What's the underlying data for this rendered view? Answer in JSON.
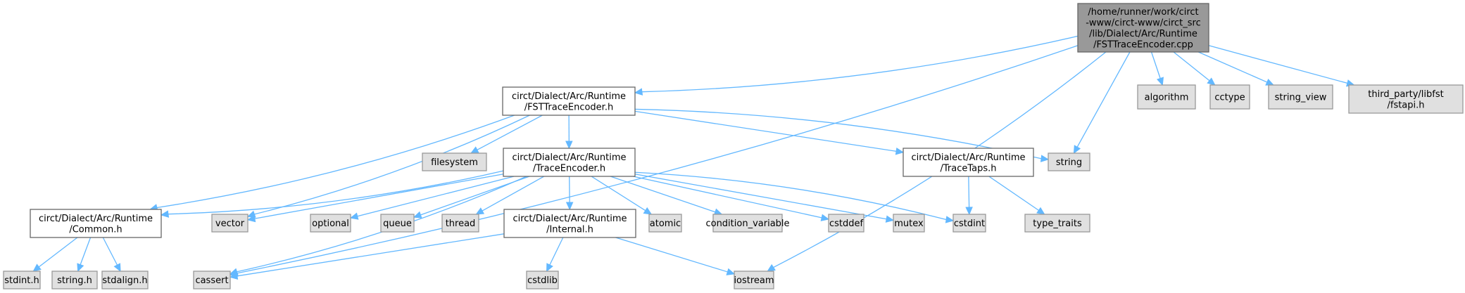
{
  "diagram": {
    "type": "include-dependency-graph",
    "colors": {
      "edge": "#63b8ff",
      "main_fill": "#999999",
      "local_fill": "#ffffff",
      "system_fill": "#e0e0e0",
      "border": "#666666"
    },
    "nodes": [
      {
        "id": "main",
        "kind": "main",
        "lines": [
          "/home/runner/work/circt",
          "-www/circt-www/circt_src",
          "/lib/Dialect/Arc/Runtime",
          "/FSTTraceEncoder.cpp"
        ]
      },
      {
        "id": "fsth",
        "kind": "local",
        "lines": [
          "circt/Dialect/Arc/Runtime",
          "/FSTTraceEncoder.h"
        ]
      },
      {
        "id": "algorithm",
        "kind": "sys",
        "lines": [
          "algorithm"
        ]
      },
      {
        "id": "cctype",
        "kind": "sys",
        "lines": [
          "cctype"
        ]
      },
      {
        "id": "string_view",
        "kind": "sys",
        "lines": [
          "string_view"
        ]
      },
      {
        "id": "fstapi",
        "kind": "sys",
        "lines": [
          "third_party/libfst",
          "/fstapi.h"
        ]
      },
      {
        "id": "filesystem",
        "kind": "sys",
        "lines": [
          "filesystem"
        ]
      },
      {
        "id": "traceenc",
        "kind": "local",
        "lines": [
          "circt/Dialect/Arc/Runtime",
          "/TraceEncoder.h"
        ]
      },
      {
        "id": "tracetaps",
        "kind": "local",
        "lines": [
          "circt/Dialect/Arc/Runtime",
          "/TraceTaps.h"
        ]
      },
      {
        "id": "string",
        "kind": "sys",
        "lines": [
          "string"
        ]
      },
      {
        "id": "common",
        "kind": "local",
        "lines": [
          "circt/Dialect/Arc/Runtime",
          "/Common.h"
        ]
      },
      {
        "id": "vector",
        "kind": "sys",
        "lines": [
          "vector"
        ]
      },
      {
        "id": "optional",
        "kind": "sys",
        "lines": [
          "optional"
        ]
      },
      {
        "id": "queue",
        "kind": "sys",
        "lines": [
          "queue"
        ]
      },
      {
        "id": "thread",
        "kind": "sys",
        "lines": [
          "thread"
        ]
      },
      {
        "id": "internal",
        "kind": "local",
        "lines": [
          "circt/Dialect/Arc/Runtime",
          "/Internal.h"
        ]
      },
      {
        "id": "atomic",
        "kind": "sys",
        "lines": [
          "atomic"
        ]
      },
      {
        "id": "condvar",
        "kind": "sys",
        "lines": [
          "condition_variable"
        ]
      },
      {
        "id": "cstddef",
        "kind": "sys",
        "lines": [
          "cstddef"
        ]
      },
      {
        "id": "mutex",
        "kind": "sys",
        "lines": [
          "mutex"
        ]
      },
      {
        "id": "cstdint",
        "kind": "sys",
        "lines": [
          "cstdint"
        ]
      },
      {
        "id": "type_traits",
        "kind": "sys",
        "lines": [
          "type_traits"
        ]
      },
      {
        "id": "stdint_h",
        "kind": "sys",
        "lines": [
          "stdint.h"
        ]
      },
      {
        "id": "string_h",
        "kind": "sys",
        "lines": [
          "string.h"
        ]
      },
      {
        "id": "stdalign_h",
        "kind": "sys",
        "lines": [
          "stdalign.h"
        ]
      },
      {
        "id": "cassert",
        "kind": "sys",
        "lines": [
          "cassert"
        ]
      },
      {
        "id": "cstdlib",
        "kind": "sys",
        "lines": [
          "cstdlib"
        ]
      },
      {
        "id": "iostream",
        "kind": "sys",
        "lines": [
          "iostream"
        ]
      }
    ],
    "edges": [
      [
        "main",
        "fsth"
      ],
      [
        "main",
        "cassert"
      ],
      [
        "main",
        "string"
      ],
      [
        "main",
        "iostream"
      ],
      [
        "main",
        "algorithm"
      ],
      [
        "main",
        "cctype"
      ],
      [
        "main",
        "string_view"
      ],
      [
        "main",
        "fstapi"
      ],
      [
        "fsth",
        "filesystem"
      ],
      [
        "fsth",
        "traceenc"
      ],
      [
        "fsth",
        "tracetaps"
      ],
      [
        "fsth",
        "string"
      ],
      [
        "fsth",
        "common"
      ],
      [
        "fsth",
        "vector"
      ],
      [
        "traceenc",
        "common"
      ],
      [
        "traceenc",
        "vector"
      ],
      [
        "traceenc",
        "optional"
      ],
      [
        "traceenc",
        "queue"
      ],
      [
        "traceenc",
        "thread"
      ],
      [
        "traceenc",
        "internal"
      ],
      [
        "traceenc",
        "atomic"
      ],
      [
        "traceenc",
        "condvar"
      ],
      [
        "traceenc",
        "cstddef"
      ],
      [
        "traceenc",
        "mutex"
      ],
      [
        "traceenc",
        "cstdint"
      ],
      [
        "traceenc",
        "cassert"
      ],
      [
        "tracetaps",
        "cstdint"
      ],
      [
        "tracetaps",
        "type_traits"
      ],
      [
        "common",
        "stdint_h"
      ],
      [
        "common",
        "string_h"
      ],
      [
        "common",
        "stdalign_h"
      ],
      [
        "internal",
        "cassert"
      ],
      [
        "internal",
        "cstdlib"
      ],
      [
        "internal",
        "iostream"
      ]
    ]
  }
}
